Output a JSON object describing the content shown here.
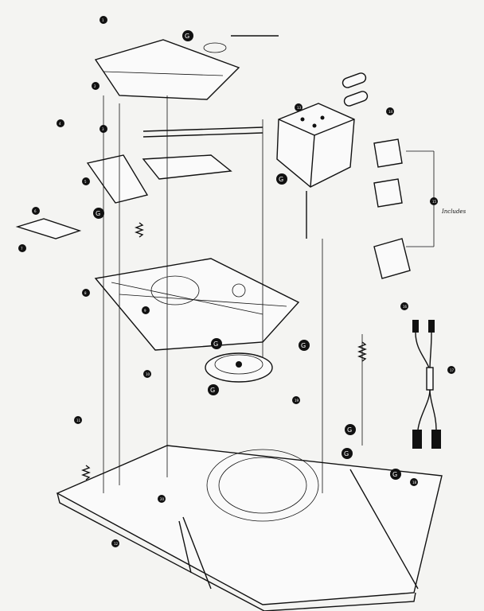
{
  "diagram": {
    "side_label": "Includes",
    "callout_marker": "G",
    "colors": {
      "ink": "#111111",
      "paper": "#f4f4f2"
    },
    "callouts": [
      {
        "id": "c1",
        "label": "1"
      },
      {
        "id": "c2",
        "label": "2"
      },
      {
        "id": "c3",
        "label": "3"
      },
      {
        "id": "c4",
        "label": "4"
      },
      {
        "id": "c5",
        "label": "5"
      },
      {
        "id": "c6",
        "label": "6"
      },
      {
        "id": "c7",
        "label": "7"
      },
      {
        "id": "c8",
        "label": "8"
      },
      {
        "id": "c9",
        "label": "9"
      },
      {
        "id": "c10",
        "label": "10"
      },
      {
        "id": "c11",
        "label": "11"
      },
      {
        "id": "c12",
        "label": "12"
      },
      {
        "id": "c13",
        "label": "13"
      },
      {
        "id": "c14",
        "label": "14"
      },
      {
        "id": "c15",
        "label": "15"
      },
      {
        "id": "c16",
        "label": "16"
      },
      {
        "id": "c17",
        "label": "17"
      },
      {
        "id": "c18",
        "label": "18"
      },
      {
        "id": "c19",
        "label": "19"
      },
      {
        "id": "c20",
        "label": "20"
      }
    ]
  }
}
